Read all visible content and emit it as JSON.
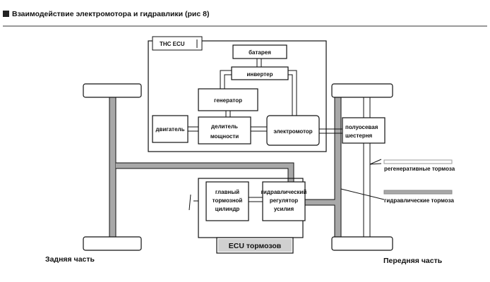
{
  "title": "Взаимодействие электромотора и гидравлики (рис 8)",
  "blocks": {
    "ths_ecu": "THC ECU",
    "battery": "батарея",
    "inverter": "инвертер",
    "generator": "генератор",
    "engine": "двигатель",
    "splitter_line1": "делитель",
    "splitter_line2": "мощности",
    "motor": "электромотор",
    "gear_line1": "полуосевая",
    "gear_line2": "шестерня",
    "master_line1": "главный",
    "master_line2": "тормозной",
    "master_line3": "цилиндр",
    "regulator_line1": "гидравлический",
    "regulator_line2": "регулятор",
    "regulator_line3": "усилия",
    "brake_ecu": "ECU тормозов"
  },
  "legend": {
    "regen": "регенеративные тормоза",
    "hydraulic": "гидравлические тормоза"
  },
  "labels": {
    "rear": "Задняя часть",
    "front": "Передняя часть"
  },
  "colors": {
    "hydraulic_fill": "#a8a8a8",
    "line": "#111111"
  }
}
